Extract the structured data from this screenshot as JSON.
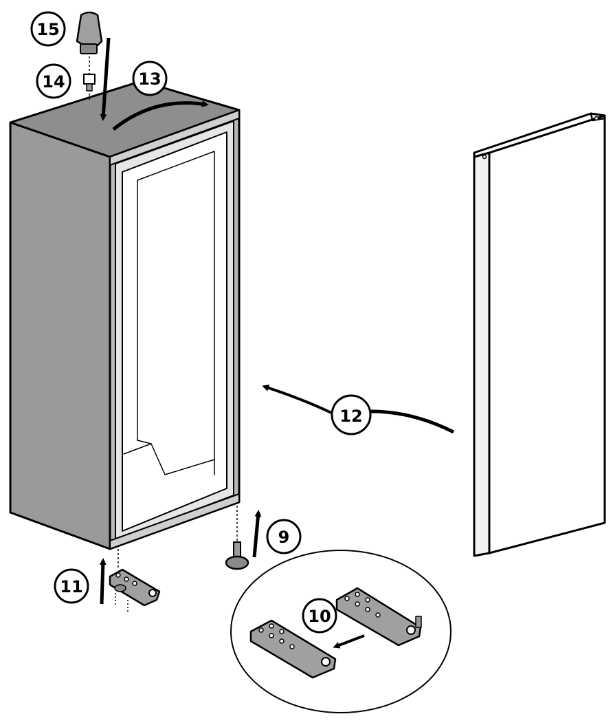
{
  "callouts": [
    {
      "id": "step-15",
      "label": "15"
    },
    {
      "id": "step-14",
      "label": "14"
    },
    {
      "id": "step-13",
      "label": "13"
    },
    {
      "id": "step-12",
      "label": "12"
    },
    {
      "id": "step-11",
      "label": "11"
    },
    {
      "id": "step-10",
      "label": "10"
    },
    {
      "id": "step-9",
      "label": "9"
    }
  ],
  "colors": {
    "ink": "#000000",
    "cabinet_side": "#9a9a9a",
    "cabinet_top": "#8e8e8e",
    "cabinet_front": "#b8b8b8",
    "interior": "#ffffff",
    "door": "#ffffff",
    "part_fill": "#9a9a9a"
  }
}
